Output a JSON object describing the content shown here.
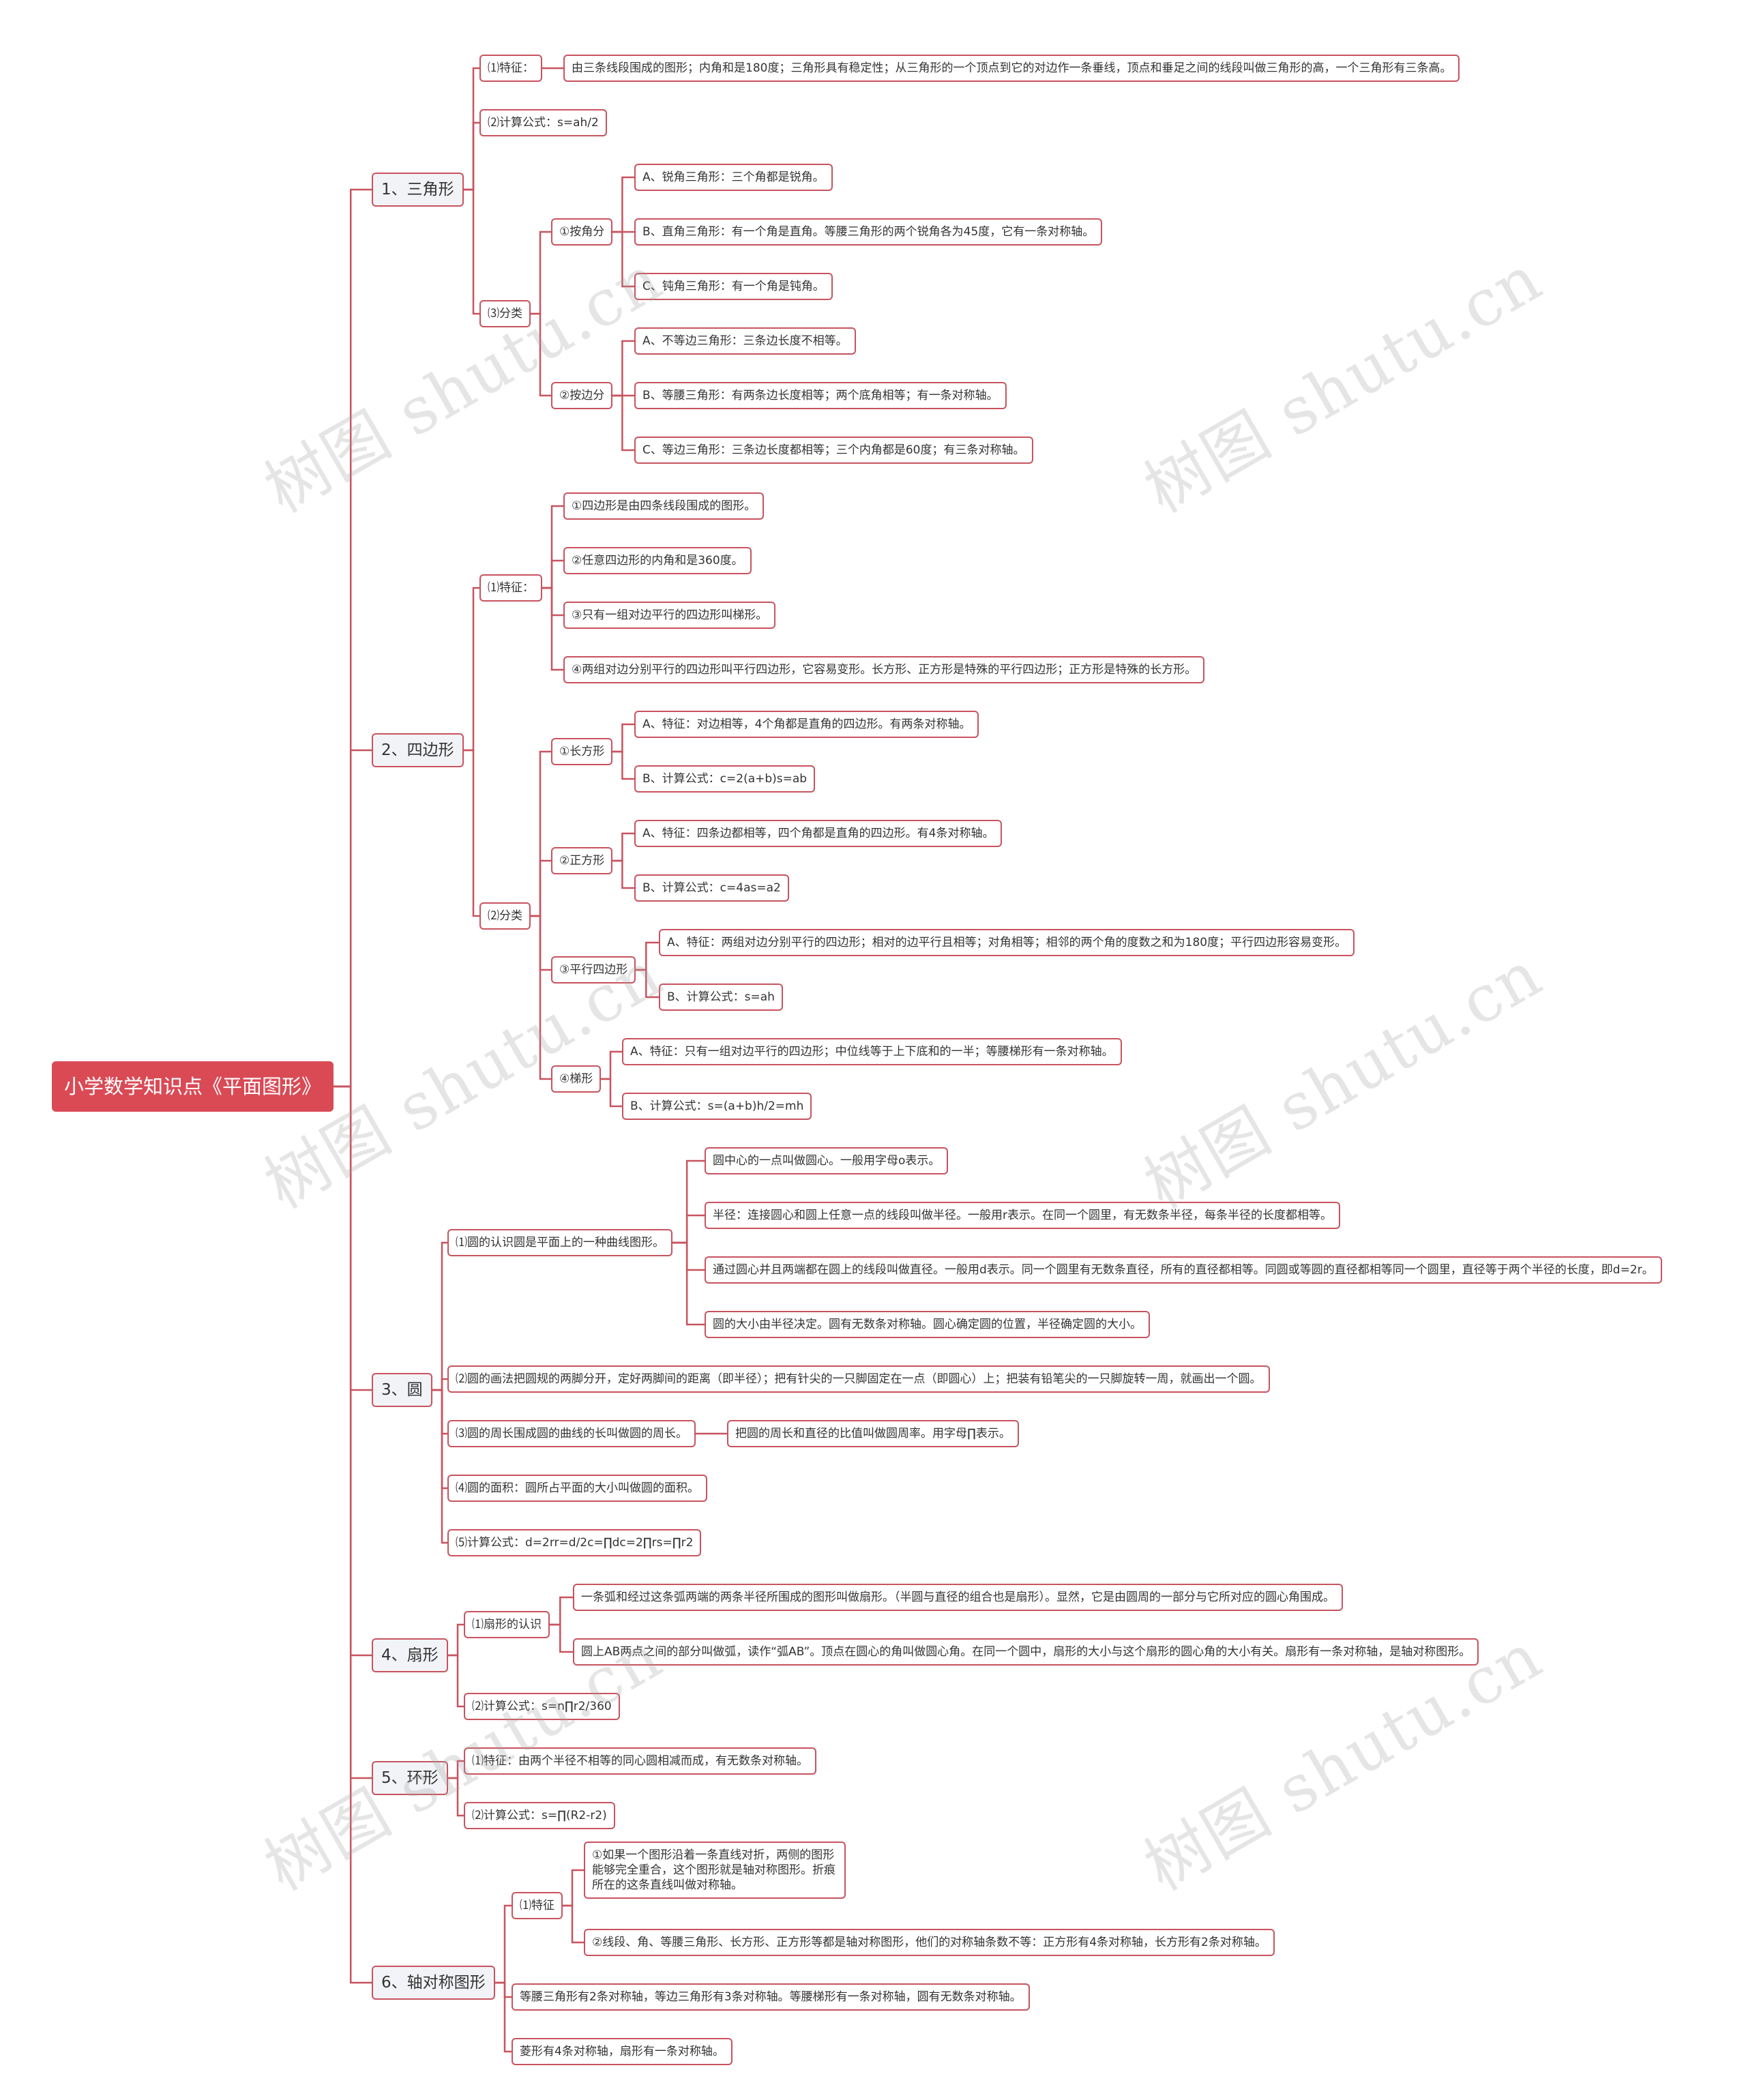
{
  "root": "小学数学知识点《平面图形》",
  "branches": {
    "triangle": {
      "title": "1、三角形",
      "feature_label": "⑴特征：",
      "feature_text": "由三条线段围成的图形；内角和是180度；三角形具有稳定性；从三角形的一个顶点到它的对边作一条垂线，顶点和垂足之间的线段叫做三角形的高，一个三角形有三条高。",
      "formula": "⑵计算公式：s=ah/2",
      "class_label": "⑶分类",
      "by_angle": {
        "label": "①按角分",
        "items": [
          "A、锐角三角形：三个角都是锐角。",
          "B、直角三角形：有一个角是直角。等腰三角形的两个锐角各为45度，它有一条对称轴。",
          "C、钝角三角形：有一个角是钝角。"
        ]
      },
      "by_side": {
        "label": "②按边分",
        "items": [
          "A、不等边三角形：三条边长度不相等。",
          "B、等腰三角形：有两条边长度相等；两个底角相等；有一条对称轴。",
          "C、等边三角形：三条边长度都相等；三个内角都是60度；有三条对称轴。"
        ]
      }
    },
    "quadrilateral": {
      "title": "2、四边形",
      "feature_label": "⑴特征：",
      "features": [
        "①四边形是由四条线段围成的图形。",
        "②任意四边形的内角和是360度。",
        "③只有一组对边平行的四边形叫梯形。",
        "④两组对边分别平行的四边形叫平行四边形，它容易变形。长方形、正方形是特殊的平行四边形；正方形是特殊的长方形。"
      ],
      "class_label": "⑵分类",
      "rectangle": {
        "label": "①长方形",
        "items": [
          "A、特征：对边相等，4个角都是直角的四边形。有两条对称轴。",
          "B、计算公式：c=2(a+b)s=ab"
        ]
      },
      "square": {
        "label": "②正方形",
        "items": [
          "A、特征：四条边都相等，四个角都是直角的四边形。有4条对称轴。",
          "B、计算公式：c=4as=a2"
        ]
      },
      "parallelogram": {
        "label": "③平行四边形",
        "items": [
          "A、特征：两组对边分别平行的四边形；相对的边平行且相等；对角相等；相邻的两个角的度数之和为180度；平行四边形容易变形。",
          "B、计算公式：s=ah"
        ]
      },
      "trapezoid": {
        "label": "④梯形",
        "items": [
          "A、特征：只有一组对边平行的四边形；中位线等于上下底和的一半；等腰梯形有一条对称轴。",
          "B、计算公式：s=(a+b)h/2=mh"
        ]
      }
    },
    "circle": {
      "title": "3、圆",
      "intro": "⑴圆的认识圆是平面上的一种曲线图形。",
      "intro_items": [
        "圆中心的一点叫做圆心。一般用字母o表示。",
        "半径：连接圆心和圆上任意一点的线段叫做半径。一般用r表示。在同一个圆里，有无数条半径，每条半径的长度都相等。",
        "通过圆心并且两端都在圆上的线段叫做直径。一般用d表示。同一个圆里有无数条直径，所有的直径都相等。同圆或等圆的直径都相等同一个圆里，直径等于两个半径的长度，即d=2r。",
        "圆的大小由半径决定。圆有无数条对称轴。圆心确定圆的位置，半径确定圆的大小。"
      ],
      "drawing": "⑵圆的画法把圆规的两脚分开，定好两脚间的距离（即半径）；把有针尖的一只脚固定在一点（即圆心）上；把装有铅笔尖的一只脚旋转一周，就画出一个圆。",
      "perimeter": "⑶圆的周长围成圆的曲线的长叫做圆的周长。",
      "perimeter_item": "把圆的周长和直径的比值叫做圆周率。用字母∏表示。",
      "area": "⑷圆的面积：圆所占平面的大小叫做圆的面积。",
      "formula": "⑸计算公式：d=2rr=d/2c=∏dc=2∏rs=∏r2"
    },
    "sector": {
      "title": "4、扇形",
      "intro": "⑴扇形的认识",
      "intro_items": [
        "一条弧和经过这条弧两端的两条半径所围成的图形叫做扇形。（半圆与直径的组合也是扇形）。显然，它是由圆周的一部分与它所对应的圆心角围成。",
        "圆上AB两点之间的部分叫做弧，读作“弧AB”。顶点在圆心的角叫做圆心角。在同一个圆中，扇形的大小与这个扇形的圆心角的大小有关。扇形有一条对称轴，是轴对称图形。"
      ],
      "formula": "⑵计算公式：s=n∏r2/360"
    },
    "annulus": {
      "title": "5、环形",
      "feature": "⑴特征：由两个半径不相等的同心圆相减而成，有无数条对称轴。",
      "formula": "⑵计算公式：s=∏(R2-r2)"
    },
    "axial": {
      "title": "6、轴对称图形",
      "feature_label": "⑴特征",
      "feature_items": [
        "①如果一个图形沿着一条直线对折，两侧的图形能够完全重合，这个图形就是轴对称图形。折痕所在的这条直线叫做对称轴。",
        "②线段、角、等腰三角形、长方形、正方形等都是轴对称图形，他们的对称轴条数不等：正方形有4条对称轴，长方形有2条对称轴。"
      ],
      "note1": "等腰三角形有2条对称轴，等边三角形有3条对称轴。等腰梯形有一条对称轴，圆有无数条对称轴。",
      "note2": "菱形有4条对称轴，扇形有一条对称轴。"
    }
  },
  "watermark": "树图 shutu.cn",
  "colors": {
    "line": "#c8535f",
    "root_fill": "#d94a55",
    "l1_fill": "#f2f3f6",
    "text": "#333333"
  }
}
